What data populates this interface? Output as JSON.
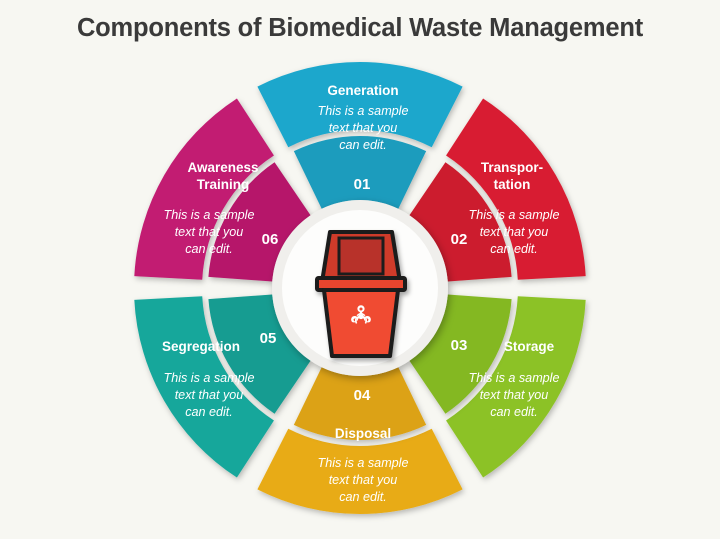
{
  "title": "Components of Biomedical Waste Management",
  "background_color": "#f7f7f2",
  "title_color": "#3a3a3a",
  "center": {
    "icon": "biohazard-waste-bin-icon",
    "bin_color": "#f04a32",
    "bin_lid_color": "#c0392b",
    "symbol": "biohazard-symbol",
    "symbol_color": "#ffffff",
    "disc_color": "#f0f0ee"
  },
  "sample_text": {
    "line1": "This is a sample",
    "line2": "text that you",
    "line3": "can edit."
  },
  "segments": [
    {
      "number": "01",
      "label": "Generation",
      "label_line2": "",
      "color": "#1ca7cc",
      "inner_color": "#1f9cbd",
      "body_line1": "This is a sample",
      "body_line2": "text that you",
      "body_line3": "can edit."
    },
    {
      "number": "02",
      "label": "Transpor-",
      "label_line2": "tation",
      "color": "#d81e32",
      "inner_color": "#cc1b2e",
      "body_line1": "This is a sample",
      "body_line2": "text that you",
      "body_line3": "can edit."
    },
    {
      "number": "03",
      "label": "Storage",
      "label_line2": "",
      "color": "#8cc225",
      "inner_color": "#84b823",
      "body_line1": "This is a sample",
      "body_line2": "text that you",
      "body_line3": "can edit."
    },
    {
      "number": "04",
      "label": "Disposal",
      "label_line2": "",
      "color": "#e8ab15",
      "inner_color": "#dca213",
      "body_line1": "This is a sample",
      "body_line2": "text that you",
      "body_line3": "can edit."
    },
    {
      "number": "05",
      "label": "Segregation",
      "label_line2": "",
      "color": "#16a79b",
      "inner_color": "#139c91",
      "body_line1": "This is a sample",
      "body_line2": "text that you",
      "body_line3": "can edit."
    },
    {
      "number": "06",
      "label": "Awareness",
      "label_line2": "Training",
      "color": "#c21b72",
      "inner_color": "#b6196b",
      "body_line1": "This is a sample",
      "body_line2": "text that you",
      "body_line3": "can edit."
    }
  ]
}
